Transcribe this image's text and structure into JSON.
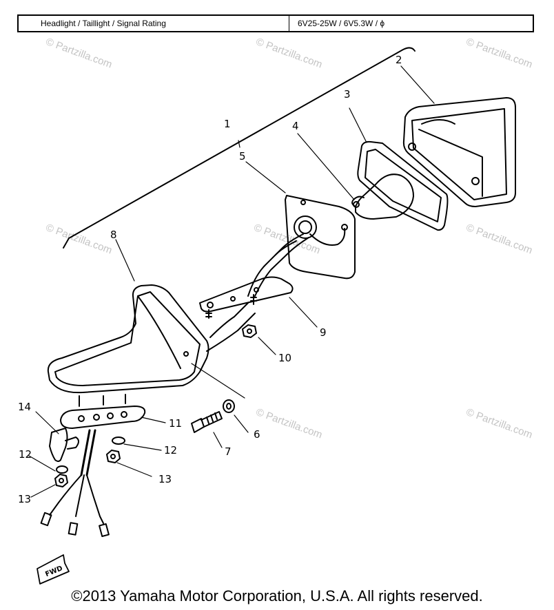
{
  "spec_table": {
    "label": "Headlight / Taillight / Signal Rating",
    "value": "6V25-25W / 6V5.3W / ϕ"
  },
  "callouts": [
    "1",
    "2",
    "3",
    "4",
    "5",
    "6",
    "7",
    "8",
    "9",
    "10",
    "11",
    "12",
    "12",
    "13",
    "13",
    "14"
  ],
  "watermark": "© Partzilla.com",
  "fwd_label": "FWD",
  "copyright": "©2013  Yamaha Motor Corporation, U.S.A. All rights reserved.",
  "colors": {
    "ink": "#000000",
    "watermark": "#c4c4c4",
    "background": "#ffffff"
  }
}
